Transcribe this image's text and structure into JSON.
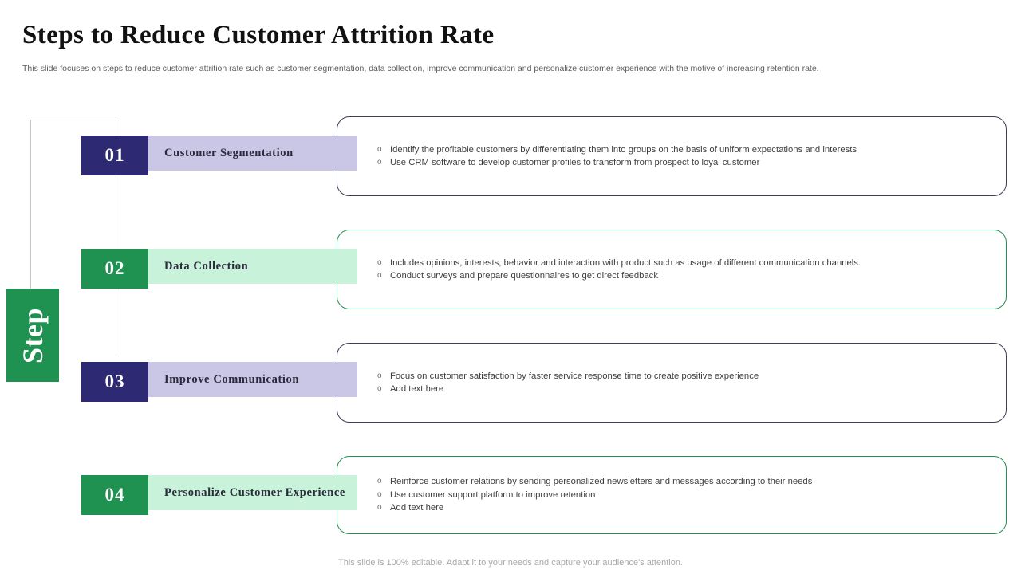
{
  "header": {
    "title": "Steps to Reduce Customer Attrition Rate",
    "subtitle": "This slide focuses on steps to reduce customer attrition rate such as customer segmentation, data collection, improve communication and personalize customer experience with the motive of increasing retention rate."
  },
  "side_tab": {
    "label": "Step"
  },
  "colors": {
    "indigo": "#2d2a73",
    "indigo_band": "#c9c6e6",
    "green": "#1f9150",
    "green_band": "#c9f2da",
    "card_border_dark": "#3d3d55",
    "card_border_green": "#1f9150",
    "bracket": "#c9c9c9"
  },
  "bullet_marker": "o",
  "steps": [
    {
      "number": "01",
      "label": "Customer Segmentation",
      "theme": "indigo",
      "bullets": [
        "Identify the profitable customers by differentiating them into groups on the basis of uniform expectations and interests",
        "Use CRM software to develop customer profiles to transform from prospect to loyal customer"
      ]
    },
    {
      "number": "02",
      "label": "Data Collection",
      "theme": "green",
      "bullets": [
        "Includes opinions, interests, behavior and interaction with product such as usage of different communication channels.",
        "Conduct surveys and prepare questionnaires to get direct feedback"
      ]
    },
    {
      "number": "03",
      "label": "Improve Communication",
      "theme": "indigo",
      "bullets": [
        "Focus on customer satisfaction by faster service response time to create positive experience",
        "Add text here"
      ]
    },
    {
      "number": "04",
      "label": "Personalize Customer Experience",
      "theme": "green",
      "bullets": [
        "Reinforce customer relations by sending personalized newsletters and messages according to their needs",
        "Use customer support platform to improve retention",
        "Add text here"
      ]
    }
  ],
  "footer": {
    "note": "This slide is 100% editable. Adapt it to your needs and capture your audience's attention."
  }
}
